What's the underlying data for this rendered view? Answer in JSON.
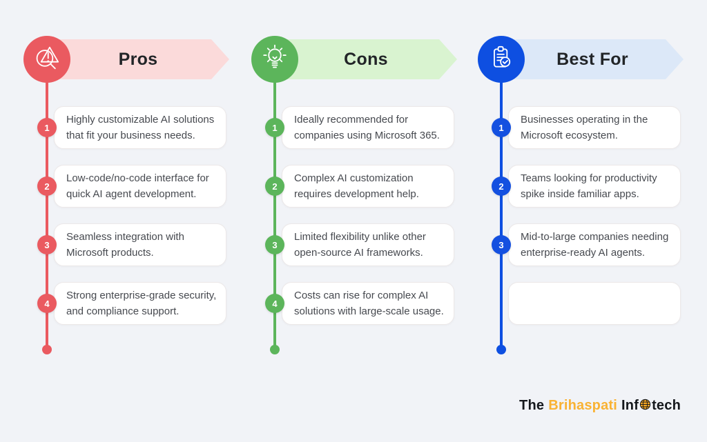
{
  "page": {
    "background": "#f1f3f7",
    "card_background": "#ffffff"
  },
  "columns": [
    {
      "id": "pros",
      "title": "Pros",
      "accent": "#ea5a60",
      "banner_bg": "#fbdada",
      "icon": "alert-magnifier-icon",
      "items": [
        {
          "number": "1",
          "text": "Highly customizable AI solutions\nthat fit your business needs."
        },
        {
          "number": "2",
          "text": "Low-code/no-code interface for\nquick AI agent development."
        },
        {
          "number": "3",
          "text": "Seamless integration with\nMicrosoft products."
        },
        {
          "number": "4",
          "text": "Strong enterprise-grade security,\nand compliance support."
        }
      ]
    },
    {
      "id": "cons",
      "title": "Cons",
      "accent": "#5cb55b",
      "banner_bg": "#d9f3d0",
      "icon": "lightbulb-icon",
      "items": [
        {
          "number": "1",
          "text": "Ideally recommended for\ncompanies using Microsoft 365."
        },
        {
          "number": "2",
          "text": "Complex AI customization\nrequires development help."
        },
        {
          "number": "3",
          "text": "Limited flexibility unlike other\nopen-source AI frameworks."
        },
        {
          "number": "4",
          "text": "Costs can rise for complex AI\nsolutions with large-scale usage."
        }
      ]
    },
    {
      "id": "best-for",
      "title": "Best For",
      "accent": "#0e4fe1",
      "banner_bg": "#dce8f8",
      "icon": "clipboard-check-icon",
      "items": [
        {
          "number": "1",
          "text": "Businesses operating in the\nMicrosoft ecosystem."
        },
        {
          "number": "2",
          "text": "Teams looking for productivity\nspike inside familiar apps."
        },
        {
          "number": "3",
          "text": "Mid-to-large companies needing\nenterprise-ready AI agents."
        },
        {
          "number": "",
          "text": ""
        }
      ]
    }
  ],
  "footer": {
    "the": "The",
    "brihaspati": "Brihaspati",
    "inf": "Inf",
    "tech": "tech",
    "orange": "#f9b233",
    "globe_icon": "globe-icon"
  }
}
